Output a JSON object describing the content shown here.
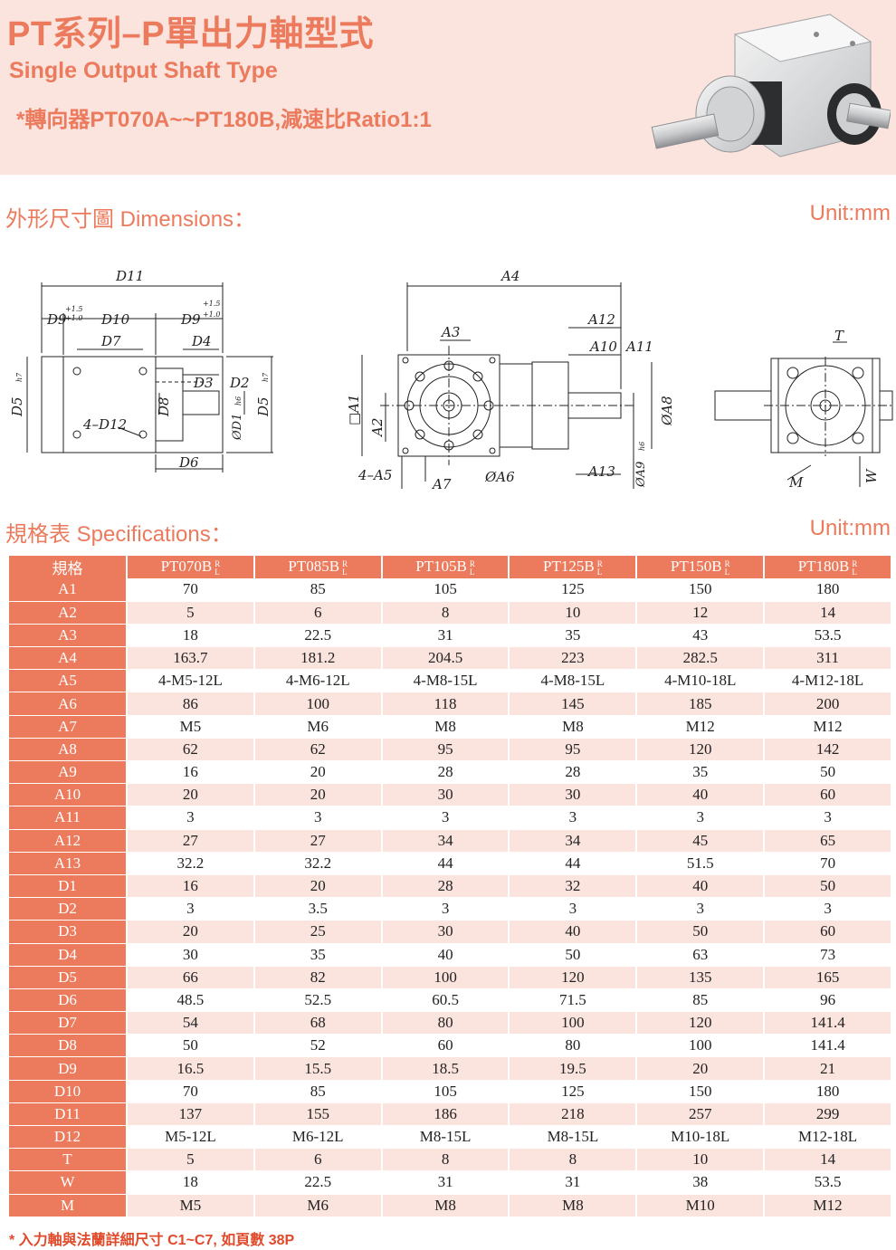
{
  "header": {
    "title": "PT系列–P單出力軸型式",
    "subtitle": "Single Output Shaft Type",
    "note": "*轉向器PT070A~~PT180B,減速比Ratio1:1"
  },
  "dimensions": {
    "heading": "外形尺寸圖 Dimensions：",
    "unit": "Unit:mm",
    "labels": {
      "d11": "D11",
      "d9a": "D9",
      "d9b": "D9",
      "tol": "+1.5",
      "tol2": "+1.0",
      "d10": "D10",
      "d7": "D7",
      "d4": "D4",
      "d3": "D3",
      "d2": "D2",
      "d5": "D5",
      "h7": "h7",
      "d5b": "D5",
      "h7b": "h7",
      "d8": "D8",
      "d1": "ØD1",
      "h6": "h6",
      "d12": "4–D12",
      "d6": "D6",
      "a4": "A4",
      "a3": "A3",
      "a12": "A12",
      "a10": "A10",
      "a11": "A11",
      "a1": "□A1",
      "a2": "A2",
      "a8": "ØA8",
      "a5": "4–A5",
      "a7": "A7",
      "a6": "ØA6",
      "a13": "A13",
      "a9": "ØA9",
      "h6b": "h6",
      "t": "T",
      "m": "M",
      "w": "W"
    }
  },
  "specs": {
    "heading": "規格表 Specifications：",
    "unit": "Unit:mm",
    "corner": "規格",
    "rl_top": "R",
    "rl_bottom": "L",
    "columns": [
      "PT070B",
      "PT085B",
      "PT105B",
      "PT125B",
      "PT150B",
      "PT180B"
    ],
    "rows": [
      {
        "label": "A1",
        "values": [
          "70",
          "85",
          "105",
          "125",
          "150",
          "180"
        ]
      },
      {
        "label": "A2",
        "values": [
          "5",
          "6",
          "8",
          "10",
          "12",
          "14"
        ]
      },
      {
        "label": "A3",
        "values": [
          "18",
          "22.5",
          "31",
          "35",
          "43",
          "53.5"
        ]
      },
      {
        "label": "A4",
        "values": [
          "163.7",
          "181.2",
          "204.5",
          "223",
          "282.5",
          "311"
        ]
      },
      {
        "label": "A5",
        "values": [
          "4-M5-12L",
          "4-M6-12L",
          "4-M8-15L",
          "4-M8-15L",
          "4-M10-18L",
          "4-M12-18L"
        ]
      },
      {
        "label": "A6",
        "values": [
          "86",
          "100",
          "118",
          "145",
          "185",
          "200"
        ]
      },
      {
        "label": "A7",
        "values": [
          "M5",
          "M6",
          "M8",
          "M8",
          "M12",
          "M12"
        ]
      },
      {
        "label": "A8",
        "values": [
          "62",
          "62",
          "95",
          "95",
          "120",
          "142"
        ]
      },
      {
        "label": "A9",
        "values": [
          "16",
          "20",
          "28",
          "28",
          "35",
          "50"
        ]
      },
      {
        "label": "A10",
        "values": [
          "20",
          "20",
          "30",
          "30",
          "40",
          "60"
        ]
      },
      {
        "label": "A11",
        "values": [
          "3",
          "3",
          "3",
          "3",
          "3",
          "3"
        ]
      },
      {
        "label": "A12",
        "values": [
          "27",
          "27",
          "34",
          "34",
          "45",
          "65"
        ]
      },
      {
        "label": "A13",
        "values": [
          "32.2",
          "32.2",
          "44",
          "44",
          "51.5",
          "70"
        ]
      },
      {
        "label": "D1",
        "values": [
          "16",
          "20",
          "28",
          "32",
          "40",
          "50"
        ]
      },
      {
        "label": "D2",
        "values": [
          "3",
          "3.5",
          "3",
          "3",
          "3",
          "3"
        ]
      },
      {
        "label": "D3",
        "values": [
          "20",
          "25",
          "30",
          "40",
          "50",
          "60"
        ]
      },
      {
        "label": "D4",
        "values": [
          "30",
          "35",
          "40",
          "50",
          "63",
          "73"
        ]
      },
      {
        "label": "D5",
        "values": [
          "66",
          "82",
          "100",
          "120",
          "135",
          "165"
        ]
      },
      {
        "label": "D6",
        "values": [
          "48.5",
          "52.5",
          "60.5",
          "71.5",
          "85",
          "96"
        ]
      },
      {
        "label": "D7",
        "values": [
          "54",
          "68",
          "80",
          "100",
          "120",
          "141.4"
        ]
      },
      {
        "label": "D8",
        "values": [
          "50",
          "52",
          "60",
          "80",
          "100",
          "141.4"
        ]
      },
      {
        "label": "D9",
        "values": [
          "16.5",
          "15.5",
          "18.5",
          "19.5",
          "20",
          "21"
        ]
      },
      {
        "label": "D10",
        "values": [
          "70",
          "85",
          "105",
          "125",
          "150",
          "180"
        ]
      },
      {
        "label": "D11",
        "values": [
          "137",
          "155",
          "186",
          "218",
          "257",
          "299"
        ]
      },
      {
        "label": "D12",
        "values": [
          "M5-12L",
          "M6-12L",
          "M8-15L",
          "M8-15L",
          "M10-18L",
          "M12-18L"
        ]
      },
      {
        "label": "T",
        "values": [
          "5",
          "6",
          "8",
          "8",
          "10",
          "14"
        ]
      },
      {
        "label": "W",
        "values": [
          "18",
          "22.5",
          "31",
          "31",
          "38",
          "53.5"
        ]
      },
      {
        "label": "M",
        "values": [
          "M5",
          "M6",
          "M8",
          "M8",
          "M10",
          "M12"
        ]
      }
    ]
  },
  "footnote": "* 入力軸與法蘭詳細尺寸 C1~C7, 如頁數 38P",
  "colors": {
    "accent": "#ec7a5c",
    "band": "#fbe3de",
    "footnote": "#e0492a"
  }
}
